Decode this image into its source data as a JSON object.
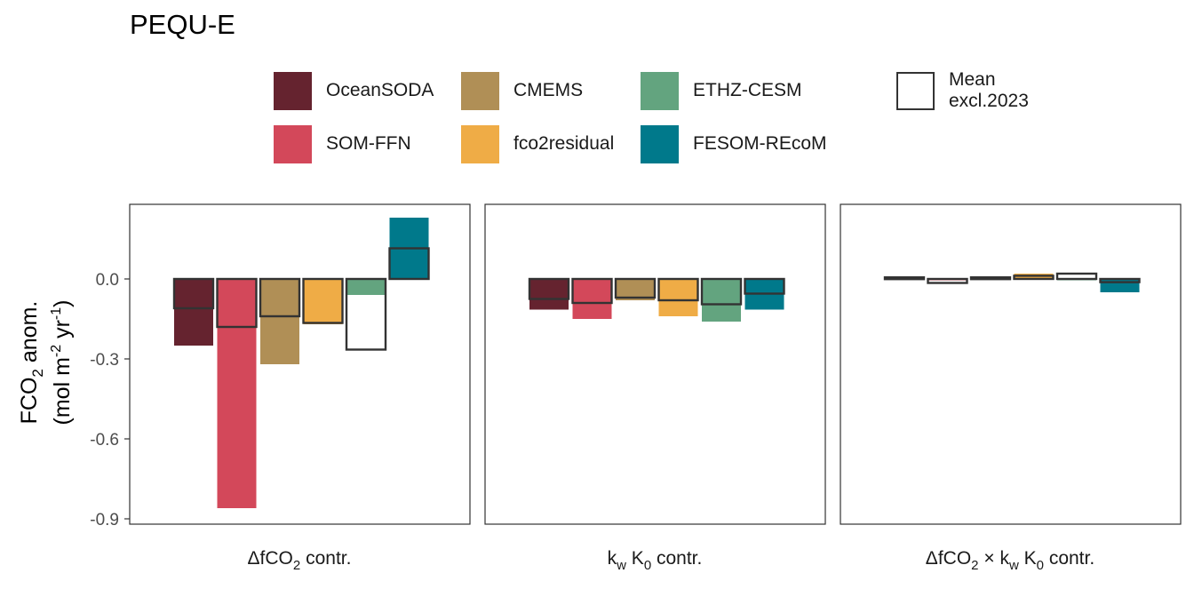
{
  "title": "PEQU-E",
  "legend": {
    "items": [
      {
        "label": "OceanSODA",
        "color": "#65232f"
      },
      {
        "label": "SOM-FFN",
        "color": "#d3485a"
      },
      {
        "label": "CMEMS",
        "color": "#b08f56"
      },
      {
        "label": "fco2residual",
        "color": "#efac46"
      },
      {
        "label": "ETHZ-CESM",
        "color": "#63a47f"
      },
      {
        "label": "FESOM-REcoM",
        "color": "#00798b"
      }
    ],
    "mean_label_line1": "Mean",
    "mean_label_line2": "excl.2023"
  },
  "chart_data": {
    "type": "bar",
    "title": "PEQU-E",
    "ylabel": "FCO2 anom. (mol m-2 yr-1)",
    "ylim": [
      -0.92,
      0.28
    ],
    "yticks": [
      "0.0",
      "-0.3",
      "-0.6",
      "-0.9"
    ],
    "ytick_values": [
      0.0,
      -0.3,
      -0.6,
      -0.9
    ],
    "grid": false,
    "legend_position": "top",
    "series_names": [
      "OceanSODA",
      "SOM-FFN",
      "CMEMS",
      "fco2residual",
      "ETHZ-CESM",
      "FESOM-REcoM"
    ],
    "series_colors": [
      "#65232f",
      "#d3485a",
      "#b08f56",
      "#efac46",
      "#63a47f",
      "#00798b"
    ],
    "panels": [
      {
        "label": "ΔfCO2 contr.",
        "values_2023": [
          -0.25,
          -0.86,
          -0.32,
          -0.17,
          -0.06,
          0.23
        ],
        "mean_excl_2023": [
          -0.11,
          -0.18,
          -0.14,
          -0.165,
          -0.265,
          0.115
        ]
      },
      {
        "label": "kw K0 contr.",
        "values_2023": [
          -0.115,
          -0.15,
          -0.08,
          -0.14,
          -0.16,
          -0.115
        ],
        "mean_excl_2023": [
          -0.075,
          -0.09,
          -0.07,
          -0.08,
          -0.095,
          -0.055
        ]
      },
      {
        "label": "ΔfCO2 × kw K0 contr.",
        "values_2023": [
          0.008,
          -0.004,
          0.008,
          0.02,
          -0.003,
          -0.05
        ],
        "mean_excl_2023": [
          0.006,
          -0.015,
          0.006,
          0.012,
          0.02,
          -0.012
        ]
      }
    ]
  }
}
